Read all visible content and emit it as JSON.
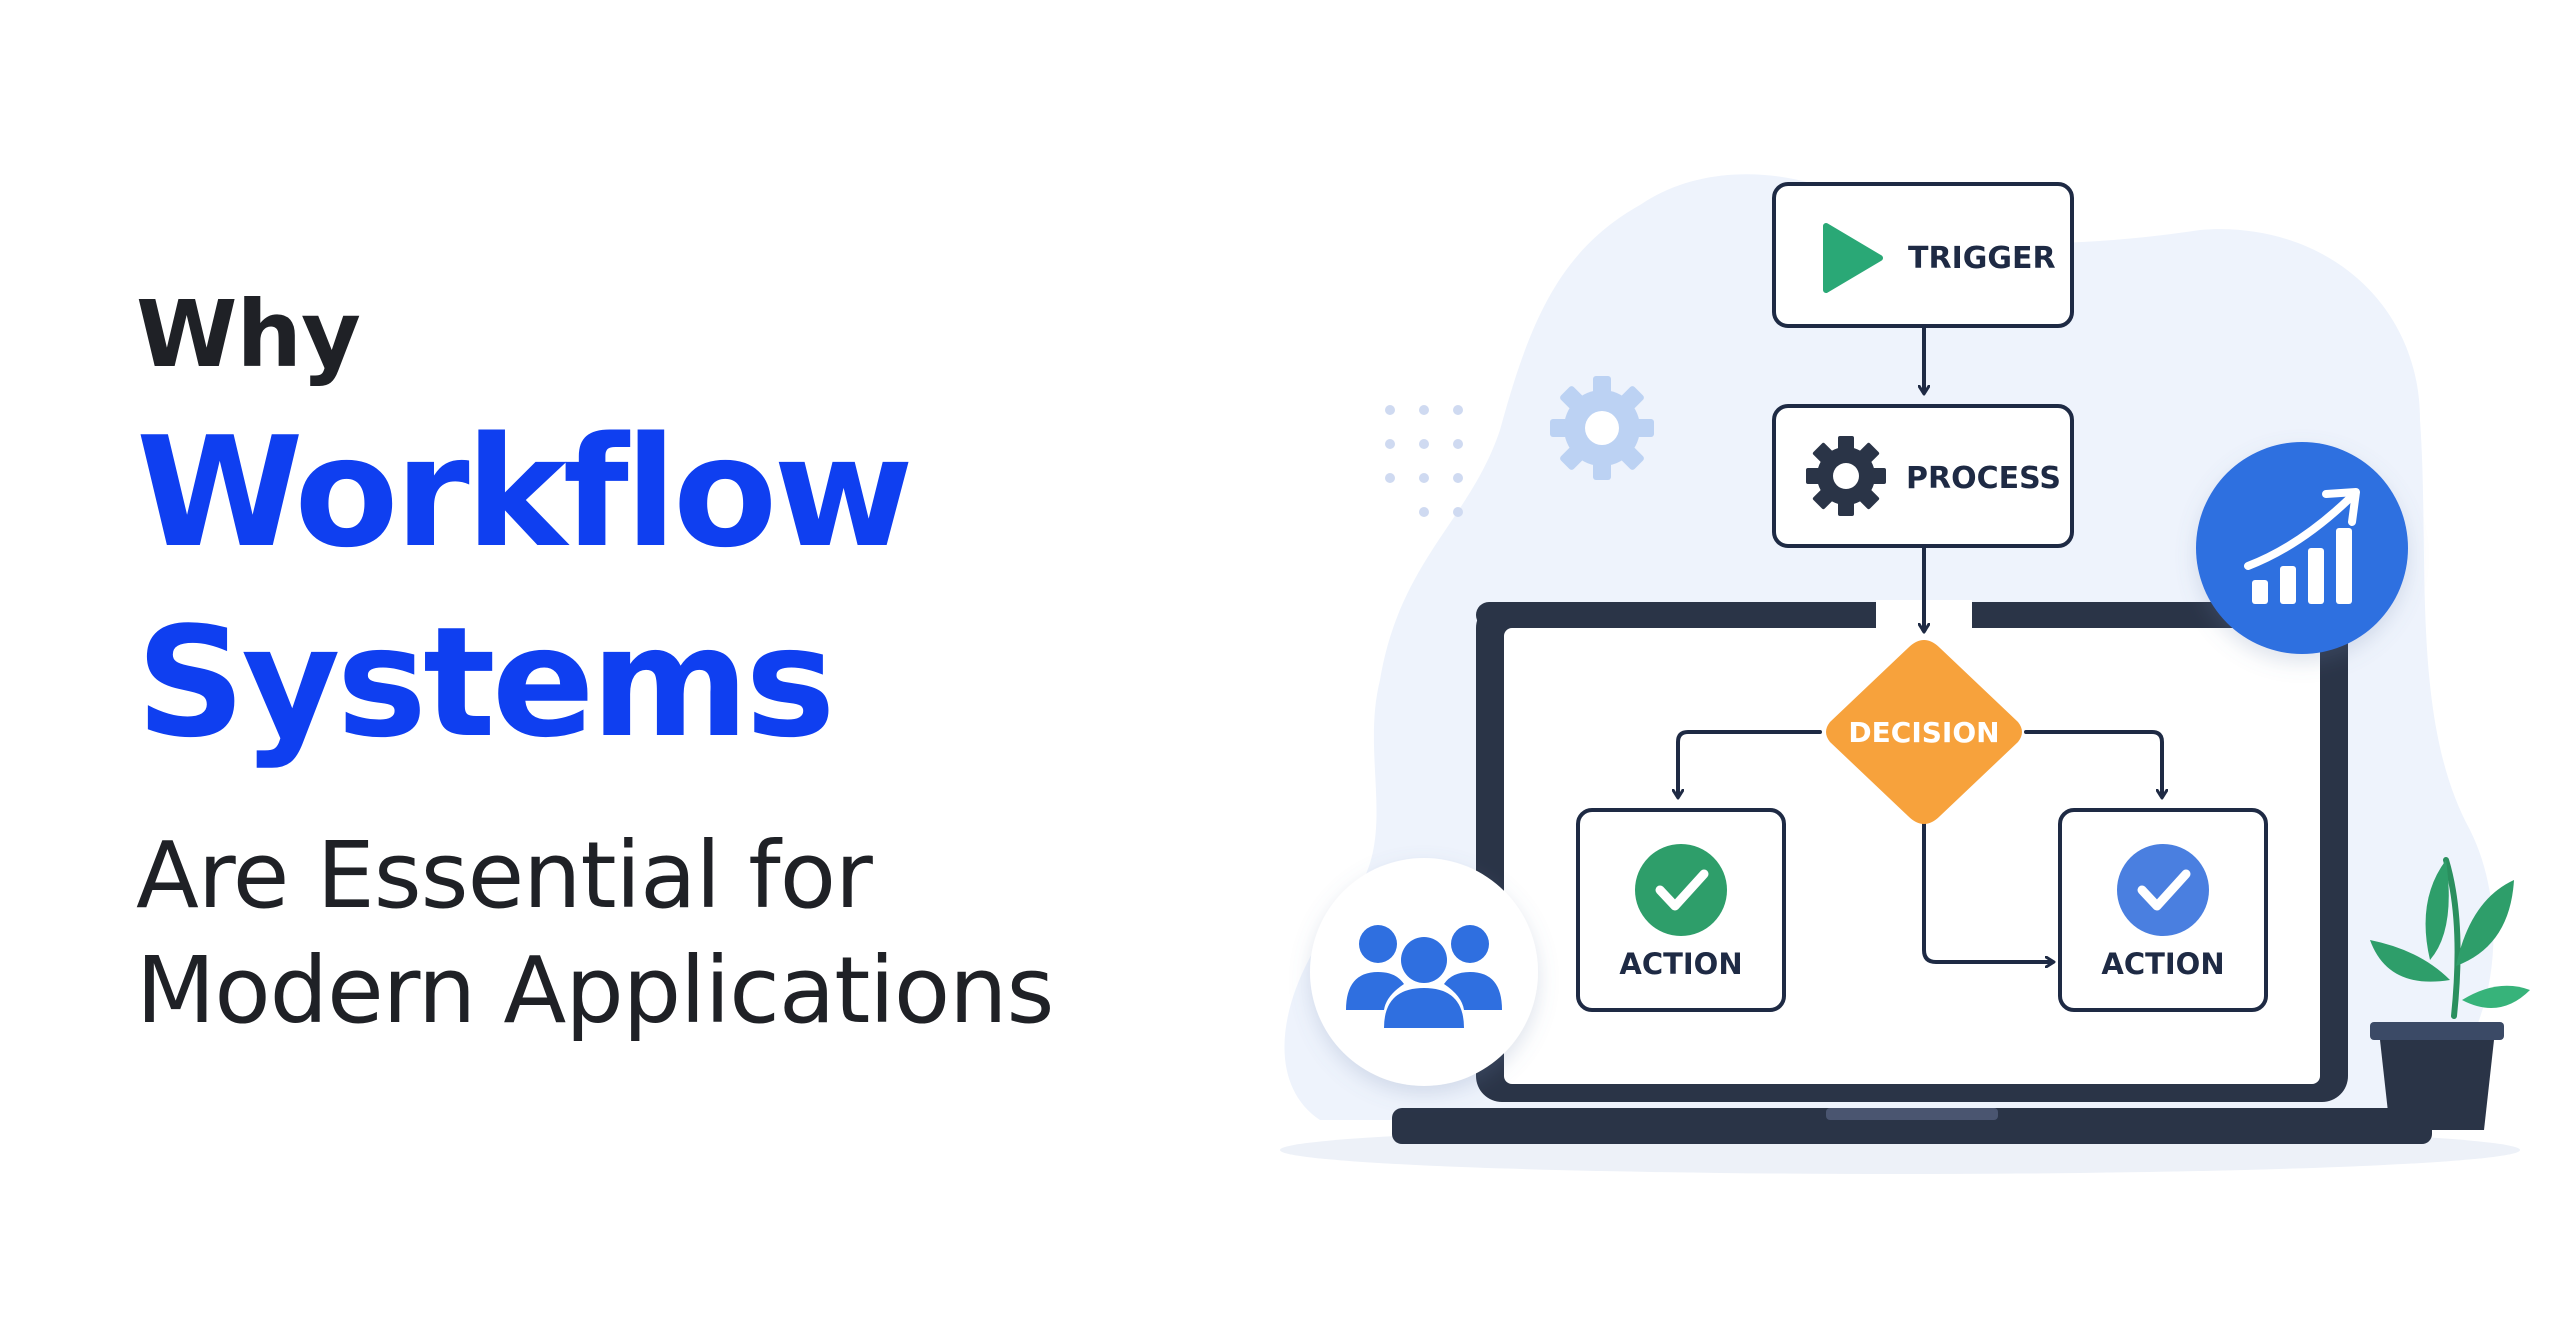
{
  "headline": {
    "line1": "Why",
    "line2": "Workflow",
    "line3": "Systems",
    "line4": "Are Essential for",
    "line5": "Modern Applications"
  },
  "diagram": {
    "trigger": "TRIGGER",
    "process": "PROCESS",
    "decision": "DECISION",
    "action_left": "ACTION",
    "action_right": "ACTION"
  },
  "icons": {
    "trigger": "play-icon",
    "process": "gear-icon",
    "decorative_gear": "gear-icon",
    "growth": "bar-chart-trend-icon",
    "team": "users-group-icon",
    "action_left": "check-circle-icon",
    "action_right": "check-circle-icon",
    "plant": "potted-plant-icon"
  },
  "colors": {
    "headline_dark": "#1f2126",
    "headline_blue": "#0f3ff0",
    "node_border": "#1e2a44",
    "trigger_green": "#2aa876",
    "decision_orange": "#f7a23c",
    "check_green": "#2e9e6a",
    "check_blue": "#4a7fe0",
    "badge_blue": "#2f6fe0",
    "laptop": "#2a3447"
  }
}
